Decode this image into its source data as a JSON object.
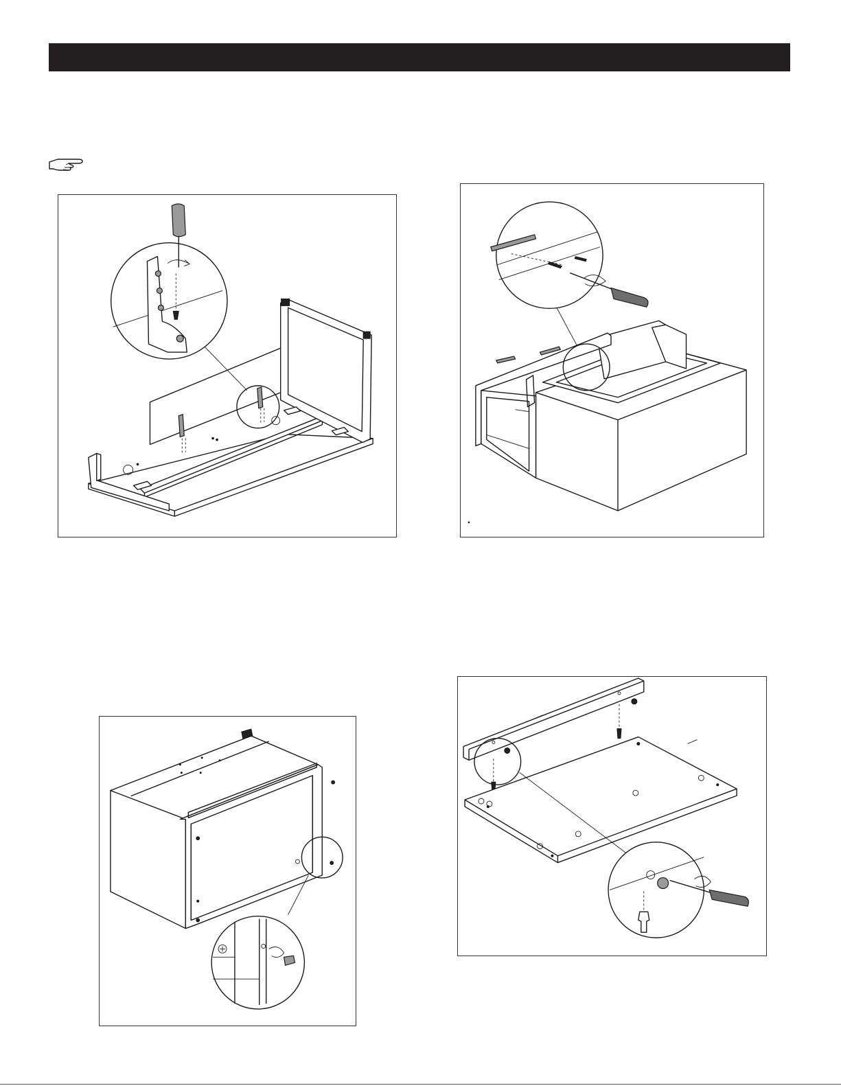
{
  "page": {
    "header_bar_color": "#231f20",
    "icons": {
      "hint": "pointing-hand-icon",
      "tool": "screwdriver-icon"
    },
    "panels": [
      {
        "id": "panel-1",
        "illustration": "desk-frame-bracket-install"
      },
      {
        "id": "panel-2",
        "illustration": "drawer-slide-install"
      },
      {
        "id": "panel-3",
        "illustration": "cabinet-back-cam-lock"
      },
      {
        "id": "panel-4",
        "illustration": "rail-cam-dowel-install"
      }
    ]
  }
}
